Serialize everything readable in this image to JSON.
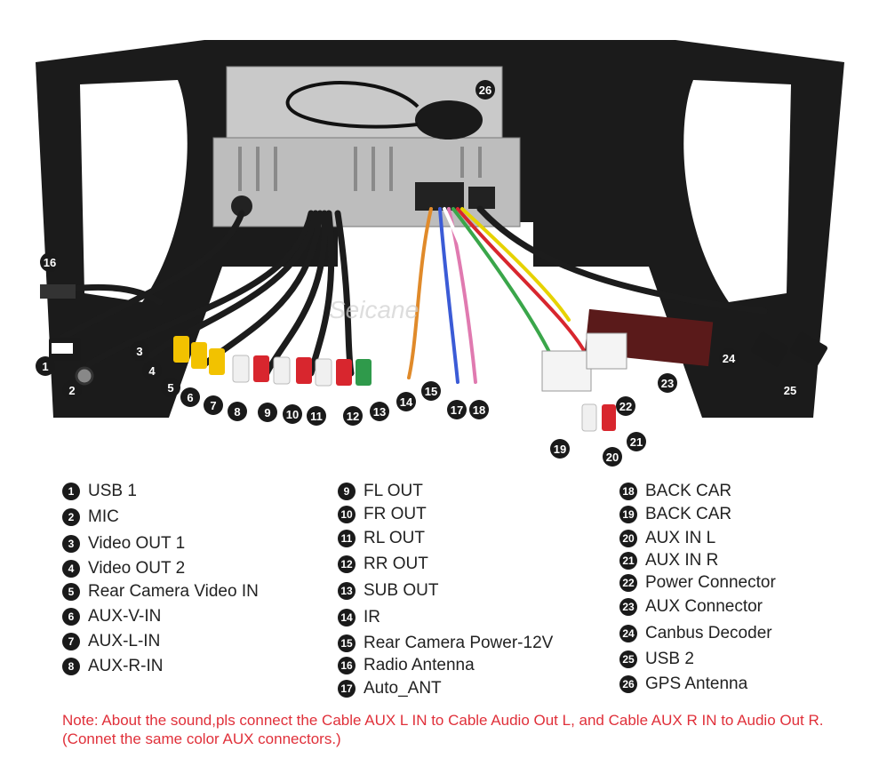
{
  "watermark": "Seicane",
  "legend": {
    "col1": [
      {
        "num": "1",
        "label": "USB 1"
      },
      {
        "num": "2",
        "label": "MIC"
      },
      {
        "num": "3",
        "label": "Video OUT 1"
      },
      {
        "num": "4",
        "label": "Video OUT 2"
      },
      {
        "num": "5",
        "label": "Rear Camera Video IN"
      },
      {
        "num": "6",
        "label": "AUX-V-IN"
      },
      {
        "num": "7",
        "label": "AUX-L-IN"
      },
      {
        "num": "8",
        "label": "AUX-R-IN"
      }
    ],
    "col2": [
      {
        "num": "9",
        "label": "FL OUT"
      },
      {
        "num": "10",
        "label": "FR OUT"
      },
      {
        "num": "11",
        "label": "RL OUT"
      },
      {
        "num": "12",
        "label": "RR OUT"
      },
      {
        "num": "13",
        "label": "SUB OUT"
      },
      {
        "num": "14",
        "label": "IR"
      },
      {
        "num": "15",
        "label": "Rear Camera Power-12V"
      },
      {
        "num": "16",
        "label": "Radio Antenna"
      },
      {
        "num": "17",
        "label": "Auto_ANT"
      }
    ],
    "col3": [
      {
        "num": "18",
        "label": "BACK CAR"
      },
      {
        "num": "19",
        "label": "BACK CAR"
      },
      {
        "num": "20",
        "label": "AUX IN L"
      },
      {
        "num": "21",
        "label": "AUX IN R"
      },
      {
        "num": "22",
        "label": "Power Connector"
      },
      {
        "num": "23",
        "label": "AUX Connector"
      },
      {
        "num": "24",
        "label": "Canbus Decoder"
      },
      {
        "num": "25",
        "label": "USB 2"
      },
      {
        "num": "26",
        "label": "GPS Antenna"
      }
    ]
  },
  "note": "Note: About the sound,pls connect the Cable AUX L IN to Cable Audio Out L, and Cable AUX R IN to Audio Out R.(Connet the same color AUX connectors.)",
  "colors": {
    "badge": "#1a1a1a",
    "note": "#e0303a",
    "rca_yellow": "#f2c200",
    "rca_red": "#d8262e",
    "rca_white": "#f0f0f0",
    "rca_green": "#2f9a4b",
    "decoder": "#5a1a1a"
  }
}
